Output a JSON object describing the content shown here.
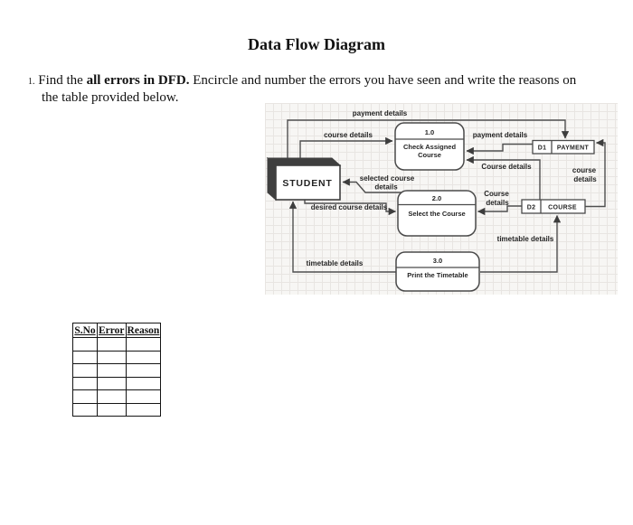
{
  "title": "Data Flow Diagram",
  "question": {
    "number": "1.",
    "text_pre": " Find the ",
    "text_bold": "all errors in DFD.",
    "text_post": " Encircle and number the errors you have seen and write the reasons on",
    "text_line2": "the table provided below."
  },
  "diagram": {
    "entity": "STUDENT",
    "processes": [
      {
        "id": "1.0",
        "name_line1": "Check Assigned",
        "name_line2": "Course"
      },
      {
        "id": "2.0",
        "name": "Select the Course"
      },
      {
        "id": "3.0",
        "name": "Print the Timetable"
      }
    ],
    "stores": [
      {
        "id": "D1",
        "name": "PAYMENT"
      },
      {
        "id": "D2",
        "name": "COURSE"
      }
    ],
    "flows": {
      "payment_top": "payment details",
      "course_to_p1": "course details",
      "payment_d1_p1": "payment details",
      "course_d2_p1": "Course details",
      "course_right_1": "course",
      "course_right_2": "details",
      "course_d2_p2_1": "Course",
      "course_d2_p2_2": "details",
      "selected_1": "selected course",
      "selected_2": "details",
      "desired": "desired course details",
      "timetable_d2": "timetable details",
      "timetable_student": "timetable details"
    },
    "colors": {
      "line": "#4a4a4a",
      "entity_side": "#3f3f3f",
      "grid_bg": "#f7f6f4",
      "grid_line": "#e8e5e2"
    }
  },
  "table": {
    "headers": [
      "S.No",
      "Error",
      "Reason"
    ],
    "empty_rows": 6
  }
}
